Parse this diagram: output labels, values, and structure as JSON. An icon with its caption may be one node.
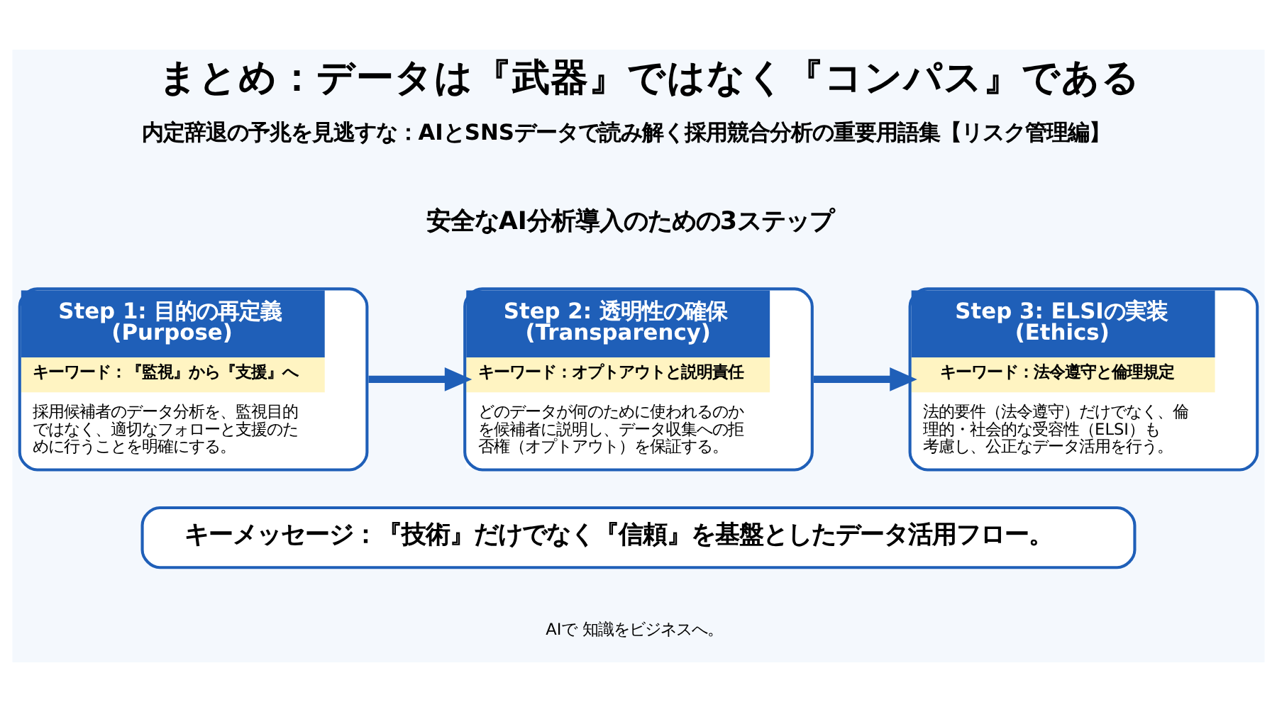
{
  "diagram": {
    "title": "まとめ：データは『武器』ではなく『コンパス』である",
    "nodes": [
      {
        "text": [
          "Step 1: 目的の再定義 (Purpose)",
          "キーワード：『監視』から『支援』へ",
          "採用候補者のデータ分析を、監視目的ではなく、適切なフォローと支援のために行うことを明確にする。"
        ]
      },
      {
        "text": [
          "Step 2: 透明性の確保 (Transparency)",
          "キーワード：オプトアウトと説明責任",
          "どのデータが何のために使われるのかを候補者に説明し、データ収集への拒否権（オプトアウト）を保証する。"
        ]
      },
      {
        "text": [
          "Step 3: ELSIの実装 (Ethics)",
          "キーワード：法令遵守と倫理規定",
          "法的要件（法令遵守）だけでなく、倫理的・社会的な受容性（ELSI）も考慮し、公正なデータ活用を行う。"
        ]
      },
      {
        "text": [
          "キーメッセージ：『技術』だけでなく『信頼』を基盤としたデータ活用フロー。"
        ]
      }
    ],
    "edges": [
      {
        "from": 0,
        "to": 1,
        "arrow": "to"
      },
      {
        "from": 1,
        "to": 2,
        "arrow": "to"
      }
    ],
    "labels": [
      "内定辞退の予兆を見逃すな：AIとSNSデータで読み解く採用競合分析の重要用語集【リスク管理編】",
      "安全なAI分析導入のための3ステップ",
      "AIで 知識をビジネスへ。"
    ]
  }
}
